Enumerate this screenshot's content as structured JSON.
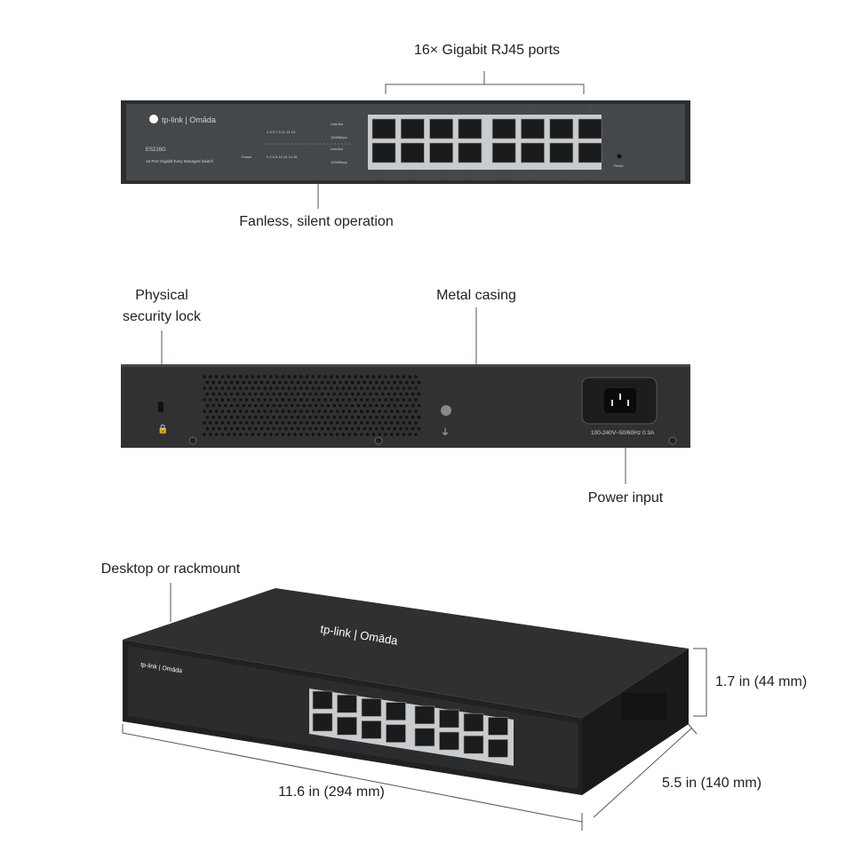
{
  "callouts": {
    "ports": "16× Gigabit RJ45 ports",
    "fanless": "Fanless, silent operation",
    "lock_line1": "Physical",
    "lock_line2": "security lock",
    "casing": "Metal casing",
    "power": "Power input",
    "mount": "Desktop or rackmount",
    "height": "1.7 in (44 mm)",
    "depth": "5.5  in (140 mm)",
    "width": "11.6  in (294 mm)"
  },
  "device": {
    "brand": "tp-link | Omāda",
    "model": "ES216G",
    "description": "16-Port Gigabit Easy Managed Switch",
    "led_top_numbers": "1  3  5  7  9  11 13 15",
    "led_bottom_numbers": "2  4  6  8  10 12 14 16",
    "led_link": "Link/Act",
    "led_speed": "1000Mbps",
    "power_label": "Power",
    "reset_label": "Reset",
    "power_rating": "100-240V~50/60Hz 0.3A",
    "top_ports": [
      "1",
      "3",
      "5",
      "7",
      "9",
      "11",
      "13",
      "15"
    ],
    "bottom_ports": [
      "2",
      "4",
      "6",
      "8",
      "10",
      "12",
      "14",
      "16"
    ]
  },
  "colors": {
    "panel": "#3a3d40",
    "rear": "#2f3133",
    "port": "#c9cccf",
    "line": "#555555"
  }
}
